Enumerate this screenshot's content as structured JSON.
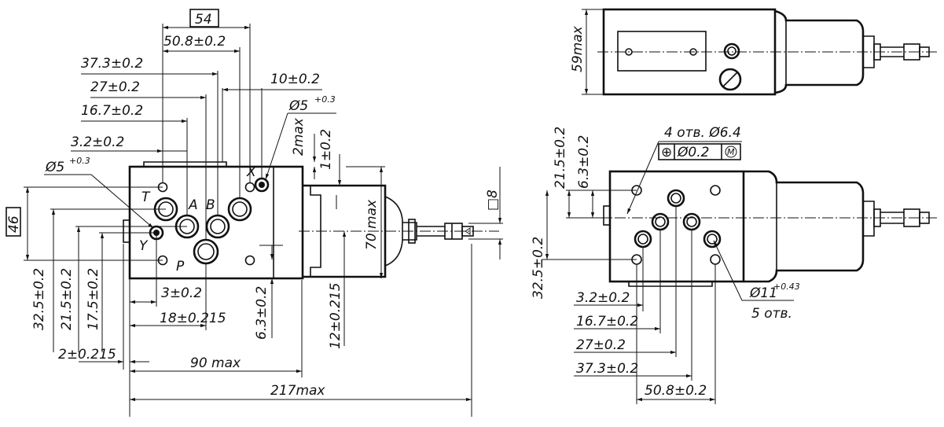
{
  "left_view": {
    "dims_top": [
      "54",
      "50.8±0.2",
      "37.3±0.2",
      "27±0.2",
      "16.7±0.2",
      "3.2±0.2"
    ],
    "dim_10": "10±0.2",
    "dim_d5_top": "Ø5",
    "dim_d5_top_tol": "+0.3",
    "dim_d5_left": "Ø5",
    "dim_d5_left_tol": "+0.3",
    "dim_2max": "2max",
    "dim_1": "1±0.2",
    "dim_46": "46",
    "dims_left_vert": [
      "32.5±0.2",
      "21.5±0.2",
      "17.5±0.2"
    ],
    "dim_3": "3±0.2",
    "dim_18": "18±0.215",
    "dim_6_3": "6.3±0.2",
    "dim_12": "12±0.215",
    "dim_70": "70 max",
    "dim_sq8": "□8",
    "dim_2_215": "2±0.215",
    "dim_90": "90 max",
    "dim_217": "217max",
    "port_labels": {
      "T": "T",
      "A": "A",
      "B": "B",
      "P": "P",
      "X": "X",
      "Y": "Y"
    }
  },
  "top_right_view": {
    "dim_59": "59max"
  },
  "bottom_right_view": {
    "holes_note": "4 отв. Ø6.4",
    "tolerance_frame": [
      "⊕",
      "Ø0.2",
      "M"
    ],
    "dims_left_vert": [
      "21.5±0.2",
      "6.3±0.2",
      "32.5±0.2"
    ],
    "dim_d11": "Ø11",
    "dim_d11_tol": "+0.43",
    "dim_5holes": "5 отв.",
    "dims_bottom": [
      "3.2±0.2",
      "16.7±0.2",
      "27±0.2",
      "37.3±0.2",
      "50.8±0.2"
    ]
  }
}
